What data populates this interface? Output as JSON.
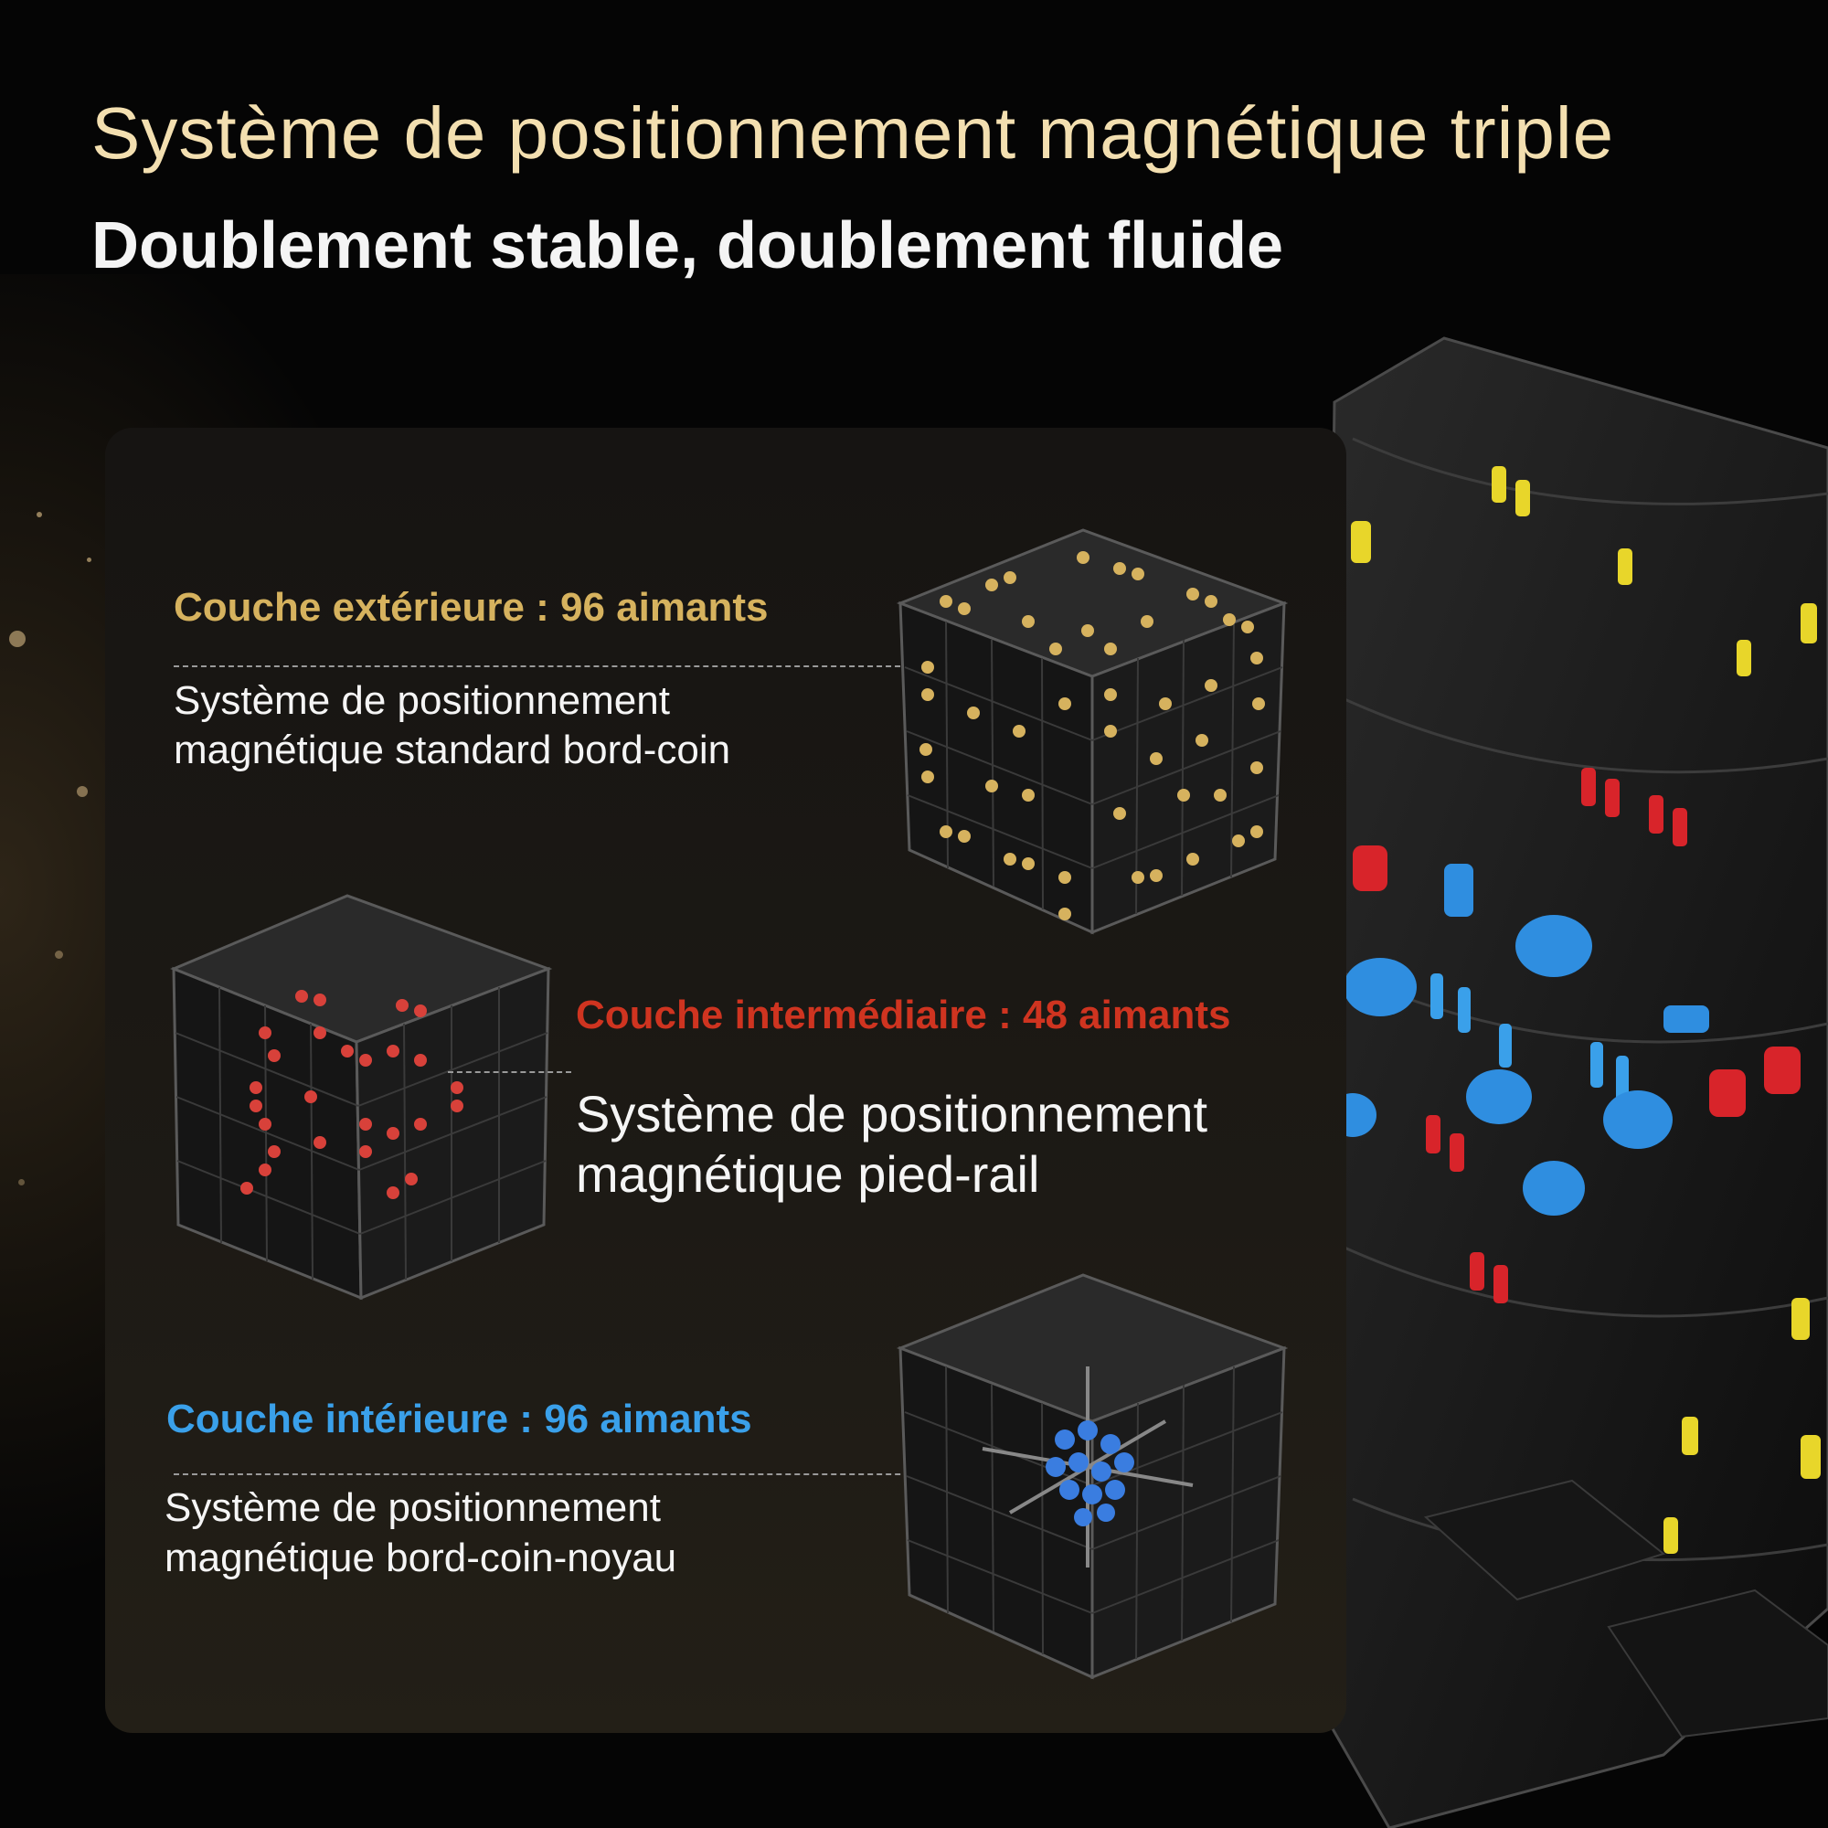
{
  "header": {
    "title": "Système de positionnement magnétique triple",
    "subtitle": "Doublement stable, doublement fluide"
  },
  "layers": [
    {
      "title": "Couche extérieure : 96 aimants",
      "description_line1": "Système de positionnement",
      "description_line2": "magnétique standard bord-coin",
      "color": "#d6b25e"
    },
    {
      "title": "Couche intermédiaire : 48 aimants",
      "description_line1": "Système de positionnement",
      "description_line2": "magnétique pied-rail",
      "color": "#cf3420"
    },
    {
      "title": "Couche intérieure : 96 aimants",
      "description_line1": "Système de positionnement",
      "description_line2": "magnétique bord-coin-noyau",
      "color": "#3aa0ea"
    }
  ],
  "icons": {
    "outer_cube": "cube-gold-magnets-icon",
    "middle_cube": "cube-red-magnets-icon",
    "inner_cube": "cube-blue-core-icon",
    "exploded_cube": "exploded-cube-visual"
  }
}
